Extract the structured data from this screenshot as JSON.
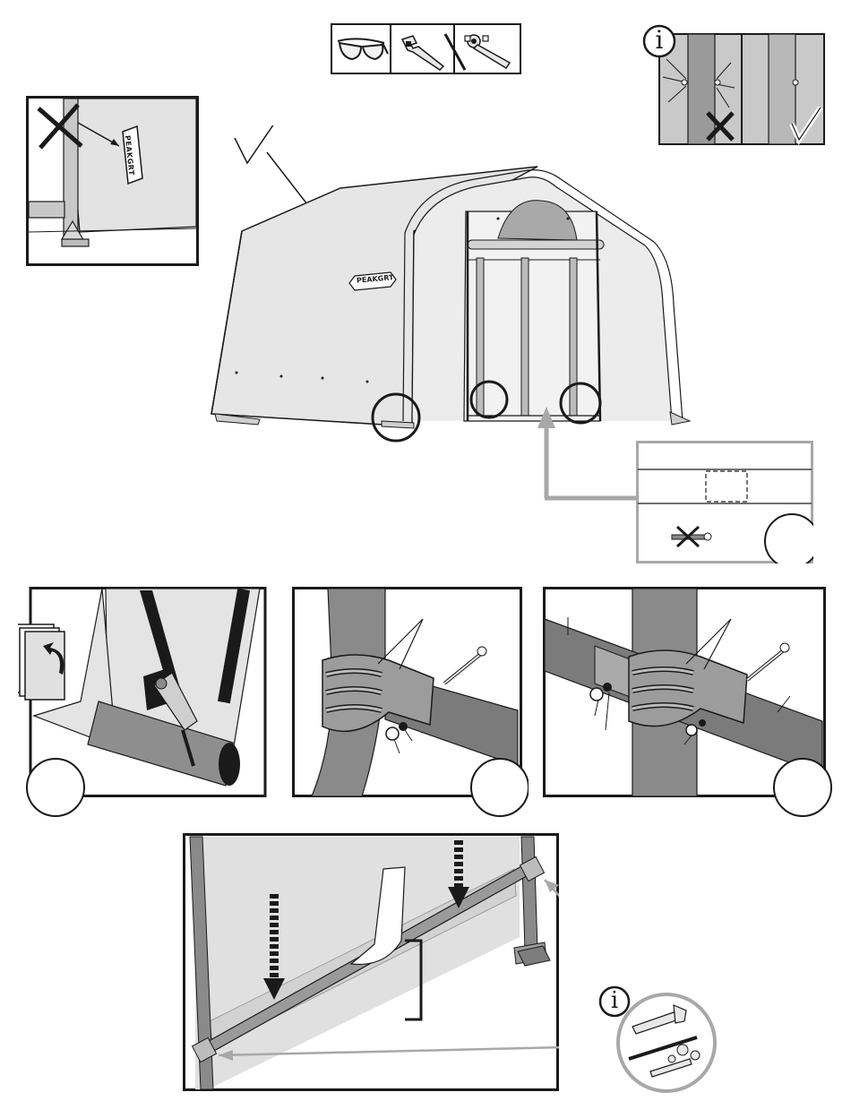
{
  "tools_panel": {
    "items": [
      {
        "icon": "safety-glasses-icon"
      },
      {
        "icon": "adjustable-wrench-icon"
      },
      {
        "icon": "socket-ratchet-icon"
      }
    ]
  },
  "brand": {
    "logo_text": "PEAKGRT"
  },
  "info_panel_top": {
    "icon": "info-icon",
    "info_glyph": "i",
    "left_state": "incorrect",
    "right_state": "correct"
  },
  "callout_logo": {
    "state": "incorrect"
  },
  "main_view": {
    "state": "correct"
  },
  "bottom_info": {
    "icon": "info-icon",
    "info_glyph": "i"
  },
  "colors": {
    "cover": "#e6e6e6",
    "pipe": "#8a8a8a",
    "pipe_dark": "#6f6f6f",
    "outline": "#1a1a1a",
    "arrow_gray": "#a8a8a8",
    "panel_bg": "#cfcfcf"
  }
}
